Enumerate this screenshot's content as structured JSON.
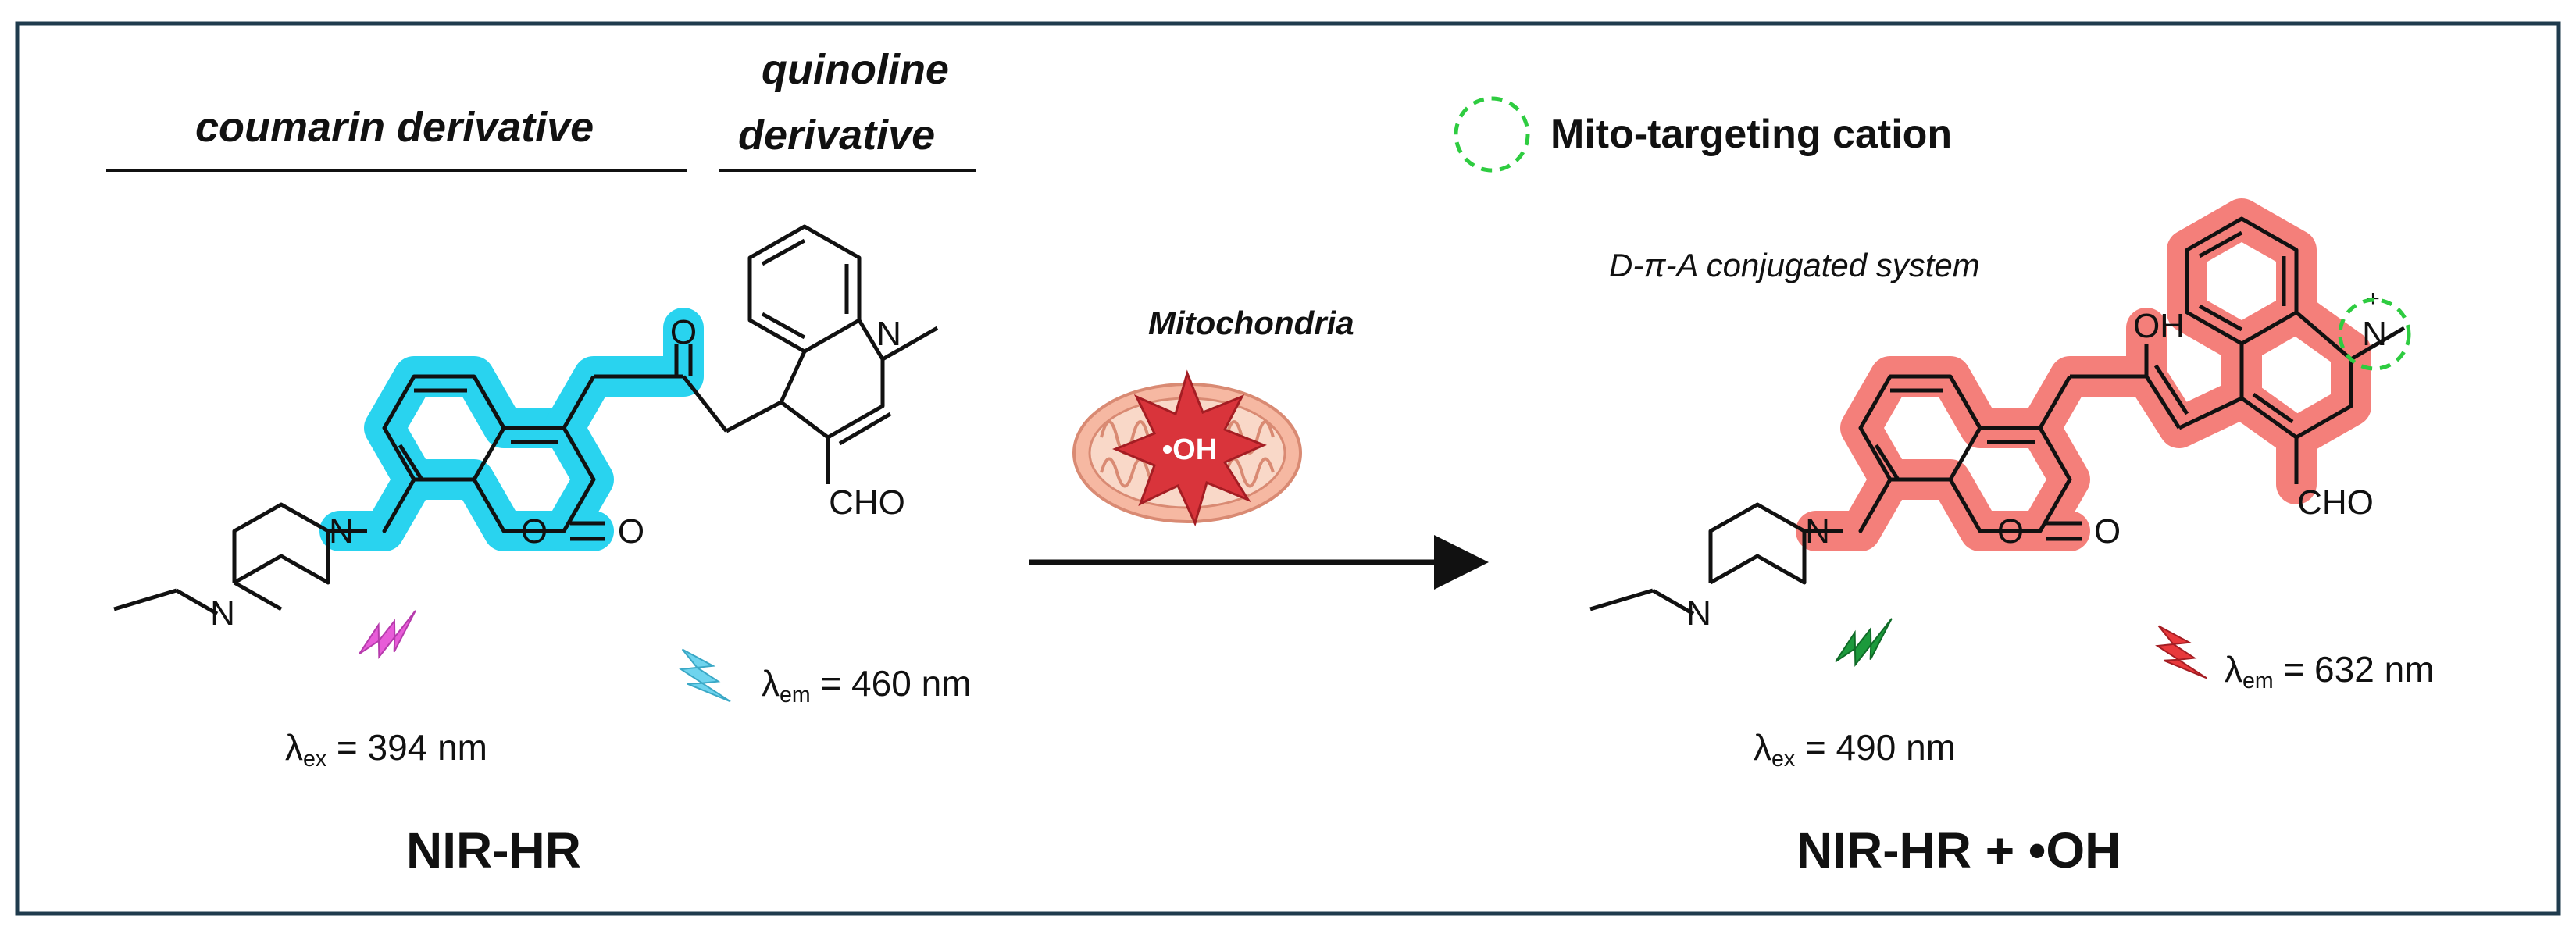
{
  "left_panel": {
    "coumarin_label": "coumarin derivative",
    "quinoline_label_line1": "quinoline",
    "quinoline_label_line2": "derivative",
    "excitation": {
      "symbol": "λ",
      "subscript": "ex",
      "value": "= 394 nm"
    },
    "emission": {
      "symbol": "λ",
      "subscript": "em",
      "value": "= 460 nm"
    },
    "compound_name": "NIR-HR",
    "atoms": {
      "O_ketone": "O",
      "N_quinoline": "N",
      "CHO": "CHO",
      "N_amine": "N",
      "N_piperazine": "N",
      "O_ring": "O",
      "O_lactone": "O"
    }
  },
  "middle": {
    "mitochondria_label": "Mitochondria",
    "radical_label": "•OH"
  },
  "right_panel": {
    "legend_label": "Mito-targeting cation",
    "conjugated_label": "D-π-A conjugated system",
    "excitation": {
      "symbol": "λ",
      "subscript": "ex",
      "value": "= 490 nm"
    },
    "emission": {
      "symbol": "λ",
      "subscript": "em",
      "value": "= 632 nm"
    },
    "product_name_prefix": "NIR-HR + ",
    "product_name_radical": "•OH",
    "atoms": {
      "OH": "OH",
      "N_plus": "N",
      "plus": "+",
      "CHO": "CHO",
      "N_amine": "N",
      "N_piperazine": "N",
      "O_ring": "O",
      "O_lactone": "O"
    }
  },
  "colors": {
    "border": "#1f3b4d",
    "cyan_highlight": "#29d3ef",
    "red_highlight": "#f47f7a",
    "dashed_circle": "#2ecc40",
    "bolt_magenta": "#e85cd8",
    "bolt_cyan": "#6fd4ee",
    "bolt_green": "#1c9a3c",
    "bolt_red": "#e8393c",
    "mito_outer": "#f6b8a2",
    "mito_inner": "#f9d8c8",
    "star_red": "#d9343b"
  },
  "icons": [
    "lightning-bolt-icon",
    "mitochondrion-icon",
    "dashed-circle-icon",
    "reaction-arrow"
  ]
}
